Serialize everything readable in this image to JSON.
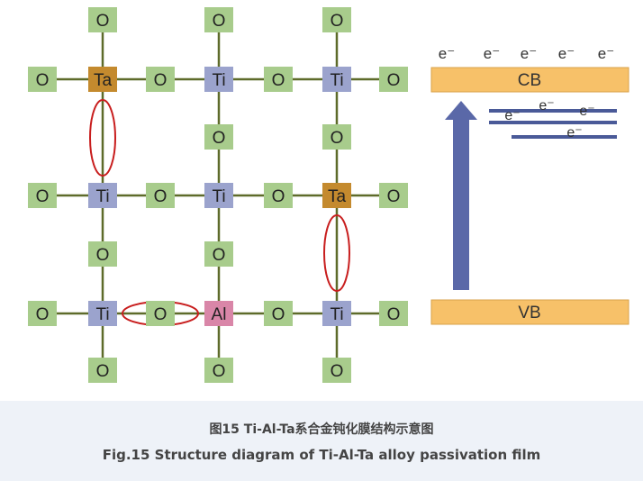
{
  "lattice": {
    "nodes": [
      {
        "id": "o-r0-c0",
        "label": "O",
        "kind": "O"
      },
      {
        "id": "o-r0-c1",
        "label": "O",
        "kind": "O"
      },
      {
        "id": "o-r0-c2",
        "label": "O",
        "kind": "O"
      },
      {
        "id": "o-r1-c0",
        "label": "O",
        "kind": "O"
      },
      {
        "id": "ta-r1-c0",
        "label": "Ta",
        "kind": "Ta"
      },
      {
        "id": "o-r1-c1",
        "label": "O",
        "kind": "O"
      },
      {
        "id": "ti-r1-c1",
        "label": "Ti",
        "kind": "Ti"
      },
      {
        "id": "o-r1-c2",
        "label": "O",
        "kind": "O"
      },
      {
        "id": "ti-r1-c2",
        "label": "Ti",
        "kind": "Ti"
      },
      {
        "id": "o-r1-c3",
        "label": "O",
        "kind": "O"
      },
      {
        "id": "o-r2-c1",
        "label": "O",
        "kind": "O"
      },
      {
        "id": "o-r2-c2",
        "label": "O",
        "kind": "O"
      },
      {
        "id": "o-r3-c0",
        "label": "O",
        "kind": "O"
      },
      {
        "id": "ti-r3-c0",
        "label": "Ti",
        "kind": "Ti"
      },
      {
        "id": "o-r3-c1",
        "label": "O",
        "kind": "O"
      },
      {
        "id": "ti-r3-c1",
        "label": "Ti",
        "kind": "Ti"
      },
      {
        "id": "o-r3-c2",
        "label": "O",
        "kind": "O"
      },
      {
        "id": "ta-r3-c2",
        "label": "Ta",
        "kind": "Ta"
      },
      {
        "id": "o-r3-c3",
        "label": "O",
        "kind": "O"
      },
      {
        "id": "o-r4-c0",
        "label": "O",
        "kind": "O"
      },
      {
        "id": "o-r4-c1",
        "label": "O",
        "kind": "O"
      },
      {
        "id": "o-r5-c0",
        "label": "O",
        "kind": "O"
      },
      {
        "id": "ti-r5-c0",
        "label": "Ti",
        "kind": "Ti"
      },
      {
        "id": "o-r5-c1",
        "label": "O",
        "kind": "O"
      },
      {
        "id": "al-r5-c1",
        "label": "Al",
        "kind": "Al"
      },
      {
        "id": "o-r5-c2",
        "label": "O",
        "kind": "O"
      },
      {
        "id": "ti-r5-c2",
        "label": "Ti",
        "kind": "Ti"
      },
      {
        "id": "o-r5-c3",
        "label": "O",
        "kind": "O"
      },
      {
        "id": "o-r6-c0",
        "label": "O",
        "kind": "O"
      },
      {
        "id": "o-r6-c1",
        "label": "O",
        "kind": "O"
      },
      {
        "id": "o-r6-c2",
        "label": "O",
        "kind": "O"
      }
    ]
  },
  "band": {
    "cb_label": "CB",
    "vb_label": "VB",
    "electron_label": "e⁻"
  },
  "colors": {
    "O": "#a8cc8c",
    "Ti": "#9ba3cd",
    "Ta": "#c48a2e",
    "Al": "#d986a8",
    "bond": "#5e6b2a",
    "vacancy_ellipse": "#c81e1e",
    "band": "#f7c169",
    "arrow": "#5a68a8"
  },
  "caption": {
    "zh": "图15 Ti-Al-Ta系合金钝化膜结构示意图",
    "en": "Fig.15 Structure diagram of Ti-Al-Ta alloy passivation film"
  }
}
